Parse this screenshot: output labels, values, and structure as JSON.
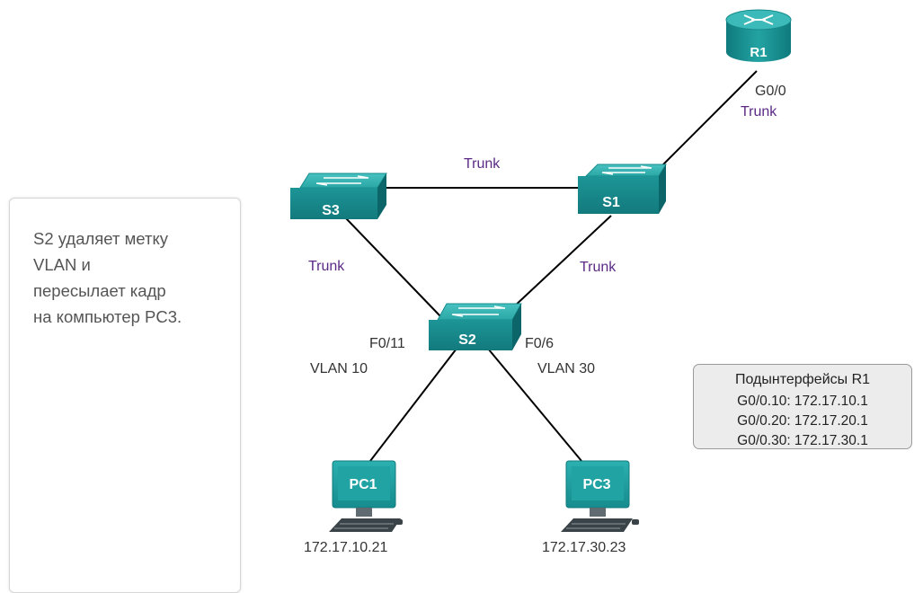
{
  "note": {
    "lines": [
      "S2 удаляет метку",
      "VLAN и",
      "пересылает кадр",
      "на компьютер PC3."
    ]
  },
  "devices": {
    "router": "R1",
    "switch_s1": "S1",
    "switch_s2": "S2",
    "switch_s3": "S3",
    "pc1": "PC1",
    "pc3": "PC3"
  },
  "links": {
    "r1_s1_port": "G0/0",
    "r1_s1_mode": "Trunk",
    "s3_s1_mode": "Trunk",
    "s3_s2_mode": "Trunk",
    "s1_s2_mode": "Trunk",
    "s2_pc1_port": "F0/11",
    "s2_pc1_vlan": "VLAN 10",
    "s2_pc3_port": "F0/6",
    "s2_pc3_vlan": "VLAN 30"
  },
  "hosts": {
    "pc1_ip": "172.17.10.21",
    "pc3_ip": "172.17.30.23"
  },
  "subinterfaces": {
    "title": "Подынтерфейсы R1",
    "lines": [
      "G0/0.10: 172.17.10.1",
      "G0/0.20: 172.17.20.1",
      "G0/0.30: 172.17.30.1"
    ]
  },
  "colors": {
    "device_teal": "#1f9ea0",
    "device_dark": "#0f6f73",
    "trunk_label": "#5a2a86"
  }
}
